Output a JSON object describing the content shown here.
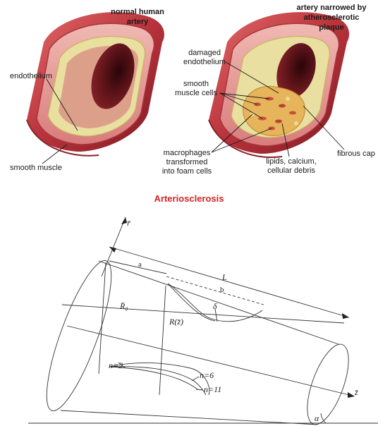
{
  "top_panel": {
    "normal_artery_title": [
      "normal human",
      "artery"
    ],
    "narrowed_artery_title": [
      "artery narrowed by",
      "atherosclerotic",
      "plaque"
    ],
    "labels": {
      "endothelium": "endothelium",
      "smooth_muscle": "smooth muscle",
      "damaged_endothelium": [
        "damaged",
        "endothelium"
      ],
      "smooth_muscle_cells": [
        "smooth",
        "muscle cells"
      ],
      "macrophages": [
        "macrophages",
        "transformed",
        "into foam cells"
      ],
      "lipids": [
        "lipids, calcium,",
        "cellular debris"
      ],
      "fibrous_cap": "fibrous cap"
    },
    "caption": "Arteriosclerosis"
  },
  "bottom_panel": {
    "r_axis": "r̄",
    "z_axis": "z̄",
    "a": "a",
    "L": "L",
    "b": "b",
    "delta": "δ",
    "R0": "R̄₀",
    "Rz": "R(z̄)",
    "n2": "n=2",
    "n6": "n=6",
    "n11": "n=11",
    "alpha": "α"
  },
  "colors": {
    "caption_red": "#d6231f",
    "artery_outer": "#b8333b",
    "artery_inner": "#e8a3a3",
    "lumen": "#5a0f14",
    "endothelium": "#e9dfa0",
    "plaque": "#e6b45a"
  }
}
